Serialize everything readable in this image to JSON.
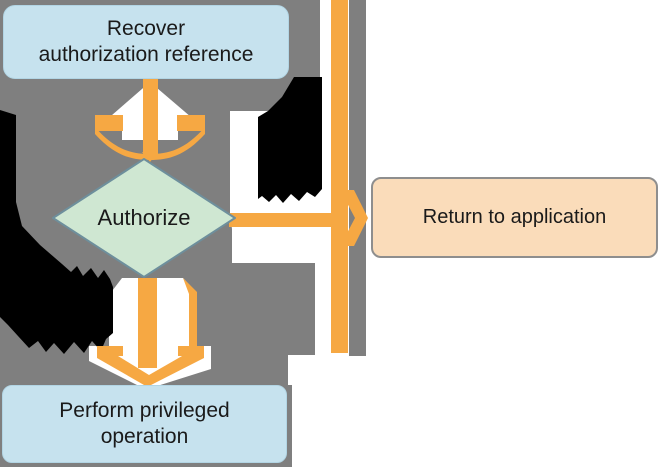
{
  "figure": {
    "type": "flowchart",
    "nodes": {
      "recover": {
        "line1": "Recover",
        "line2": "authorization reference"
      },
      "authorize": {
        "label": "Authorize"
      },
      "return_to_application": {
        "label": "Return to application"
      },
      "perform_privileged": {
        "line1": "Perform privileged",
        "line2": "operation"
      }
    },
    "edges": [
      {
        "from": "recover",
        "to": "authorize",
        "style": "orange arrow down"
      },
      {
        "from": "authorize",
        "to": "return_to_application",
        "style": "orange arrow right, merged with vertical orange connector line"
      },
      {
        "from": "authorize",
        "to": "perform_privileged",
        "style": "orange arrow down"
      }
    ],
    "colors": {
      "background": "#ffffff",
      "shadow_gray": "#7f7f7f",
      "label_shadow_black": "#000000",
      "arrow_orange": "#f6a843",
      "box_blue": "#c6e2ee",
      "diamond_green": "#cfe7d2",
      "diamond_border": "#6e8f9c",
      "box_peach": "#fadcba",
      "box_peach_border": "#8e8e8e",
      "text": "#1a1a1a"
    }
  }
}
